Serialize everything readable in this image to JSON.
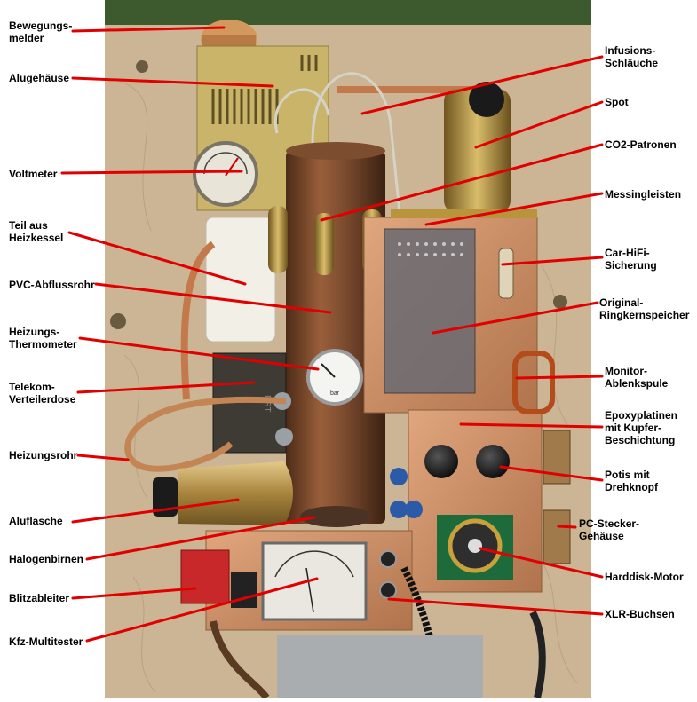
{
  "labels_left": [
    {
      "id": "bewegungsmelder",
      "lines": [
        "Bewegungs-",
        "melder"
      ]
    },
    {
      "id": "alugehaeuse",
      "lines": [
        "Alugehäuse"
      ]
    },
    {
      "id": "voltmeter",
      "lines": [
        "Voltmeter"
      ]
    },
    {
      "id": "teil-heizkessel",
      "lines": [
        "Teil aus",
        "Heizkessel"
      ]
    },
    {
      "id": "pvc-abflussrohr",
      "lines": [
        "PVC-Abflussrohr"
      ]
    },
    {
      "id": "heizungs-thermometer",
      "lines": [
        "Heizungs-",
        "Thermometer"
      ]
    },
    {
      "id": "telekom-verteilerdose",
      "lines": [
        "Telekom-",
        "Verteilerdose"
      ]
    },
    {
      "id": "heizungsrohr",
      "lines": [
        "Heizungsrohr"
      ]
    },
    {
      "id": "aluflasche",
      "lines": [
        "Aluflasche"
      ]
    },
    {
      "id": "halogenbirnen",
      "lines": [
        "Halogenbirnen"
      ]
    },
    {
      "id": "blitzableiter",
      "lines": [
        "Blitzableiter"
      ]
    },
    {
      "id": "kfz-multitester",
      "lines": [
        "Kfz-Multitester"
      ]
    }
  ],
  "labels_right": [
    {
      "id": "infusions-schlaeuche",
      "lines": [
        "Infusions-",
        "Schläuche"
      ]
    },
    {
      "id": "spot",
      "lines": [
        "Spot"
      ]
    },
    {
      "id": "co2-patronen",
      "lines": [
        "CO2-Patronen"
      ]
    },
    {
      "id": "messingleisten",
      "lines": [
        "Messingleisten"
      ]
    },
    {
      "id": "car-hifi-sicherung",
      "lines": [
        "Car-HiFi-",
        "Sicherung"
      ]
    },
    {
      "id": "original-ringkernspeicher",
      "lines": [
        "Original-",
        "Ringkernspeicher"
      ]
    },
    {
      "id": "monitor-ablenkspule",
      "lines": [
        "Monitor-",
        "Ablenkspule"
      ]
    },
    {
      "id": "epoxyplatinen",
      "lines": [
        "Epoxyplatinen",
        "mit Kupfer-",
        "Beschichtung"
      ]
    },
    {
      "id": "potis-drehknopf",
      "lines": [
        "Potis mit",
        "Drehknopf"
      ]
    },
    {
      "id": "pc-stecker-gehaeuse",
      "lines": [
        "PC-Stecker-",
        "Gehäuse"
      ]
    },
    {
      "id": "harddisk-motor",
      "lines": [
        "Harddisk-Motor"
      ]
    },
    {
      "id": "xlr-buchsen",
      "lines": [
        "XLR-Buchsen"
      ]
    }
  ],
  "panel_texts": {
    "verteiler_mark": "PST",
    "gauge_text": "bar"
  },
  "colors": {
    "leader": "#e00000",
    "wood": "#c9b393",
    "copper": "#c98a5c",
    "brass": "#b8953c",
    "pipe_dark": "#6b3f24",
    "label_text": "#000000"
  }
}
